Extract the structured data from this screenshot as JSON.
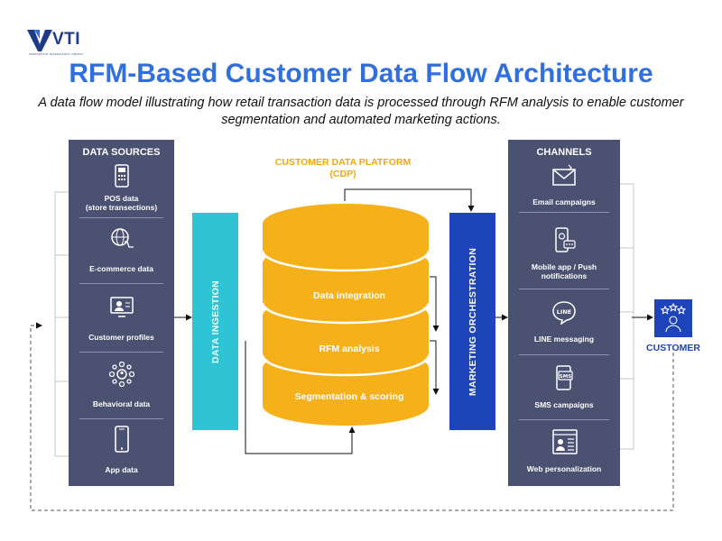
{
  "brand": {
    "name": "VTI",
    "tagline": "INNOVATION TECHNOLOGY GROUP"
  },
  "title": "RFM-Based Customer Data Flow Architecture",
  "subtitle": "A data flow model illustrating how retail transaction data is processed through RFM analysis to enable customer segmentation and automated marketing actions.",
  "data_sources": {
    "title": "DATA SOURCES",
    "items": [
      {
        "label": "POS data\n(store transections)",
        "icon": "pos-terminal-icon"
      },
      {
        "label": "E-commerce data",
        "icon": "globe-cart-icon"
      },
      {
        "label": "Customer profiles",
        "icon": "profile-monitor-icon"
      },
      {
        "label": "Behavioral data",
        "icon": "network-user-icon"
      },
      {
        "label": "App data",
        "icon": "smartphone-icon"
      }
    ]
  },
  "ingestion": {
    "label": "DATA INGESTION"
  },
  "cdp": {
    "title": "CUSTOMER DATA PLATFORM\n(CDP)",
    "layers": [
      "Data integration",
      "RFM analysis",
      "Segmentation & scoring"
    ]
  },
  "orchestration": {
    "label": "MARKETING ORCHESTRATION"
  },
  "channels": {
    "title": "CHANNELS",
    "items": [
      {
        "label": "Email campaigns",
        "icon": "email-icon"
      },
      {
        "label": "Mobile app / Push\nnotifications",
        "icon": "mobile-push-icon"
      },
      {
        "label": "LINE  messaging",
        "icon": "line-chat-icon"
      },
      {
        "label": "SMS campaigns",
        "icon": "sms-icon"
      },
      {
        "label": "Web personalization",
        "icon": "web-user-icon"
      }
    ]
  },
  "customer": {
    "label": "CUSTOMER",
    "icon": "customer-stars-icon"
  },
  "colors": {
    "panel": "#4a5171",
    "ingestion": "#2ec4d6",
    "orchestration": "#1d44b8",
    "cdp": "#f6b11a",
    "title": "#2f6fe0"
  }
}
